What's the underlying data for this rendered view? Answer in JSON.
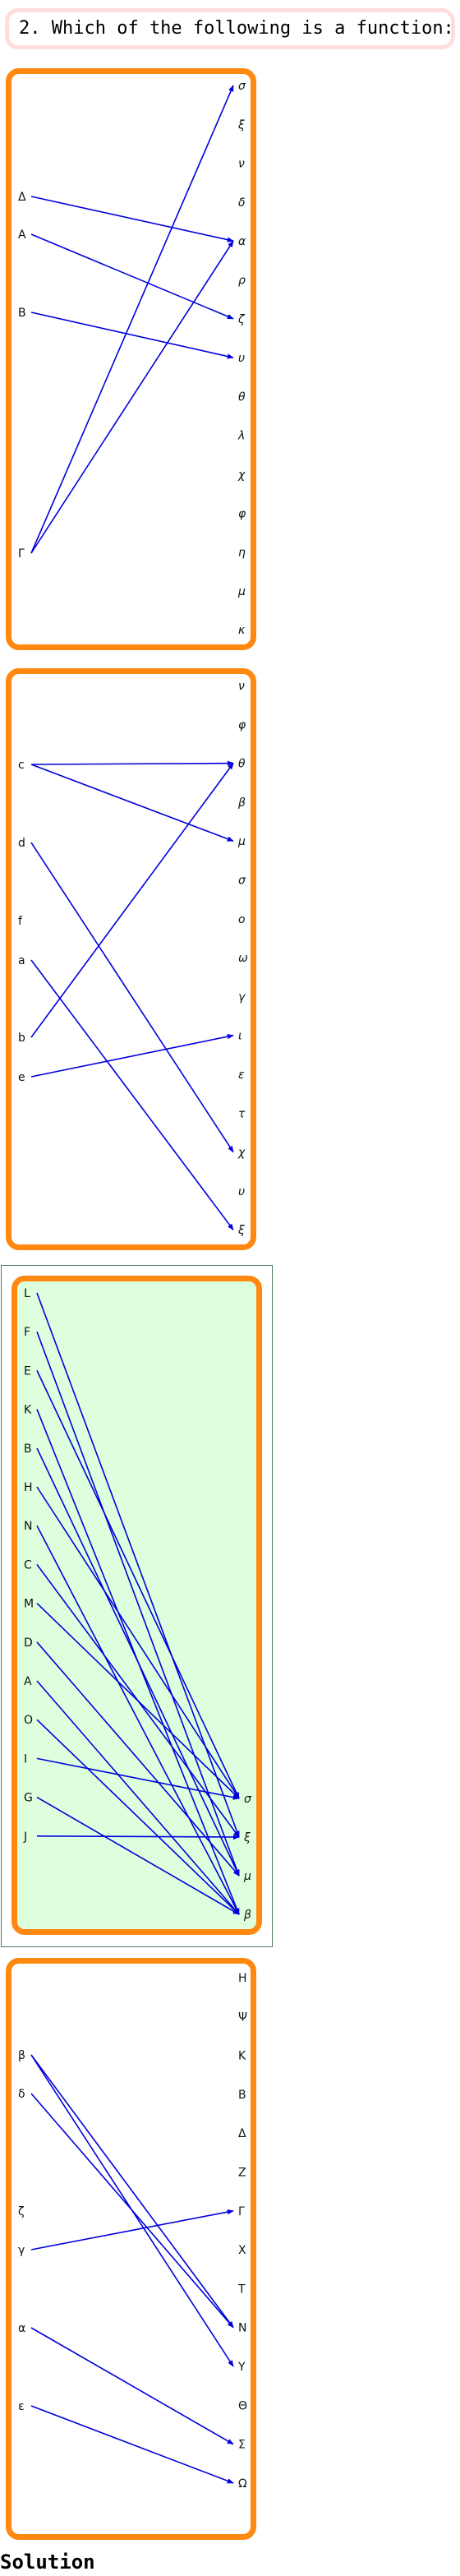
{
  "question": "2. Which of the following is a function:",
  "solution_label": "Solution",
  "colors": {
    "arrow": "#0000dd",
    "panel_border": "#ff8811",
    "correct_fill": "#ddffdd",
    "question_border": "#ffdddd"
  },
  "options": [
    {
      "correct": false,
      "domain": [
        "Δ",
        "A",
        "B",
        "Γ"
      ],
      "codomain": [
        "σ",
        "ξ",
        "ν",
        "δ",
        "α",
        "ρ",
        "ζ",
        "υ",
        "θ",
        "λ",
        "χ",
        "φ",
        "η",
        "μ",
        "κ"
      ],
      "mappings": [
        [
          "Δ",
          "α"
        ],
        [
          "A",
          "ζ"
        ],
        [
          "B",
          "υ"
        ],
        [
          "Γ",
          "σ"
        ],
        [
          "Γ",
          "α"
        ]
      ]
    },
    {
      "correct": false,
      "domain": [
        "c",
        "d",
        "f",
        "a",
        "b",
        "e"
      ],
      "codomain": [
        "ν",
        "φ",
        "θ",
        "β",
        "μ",
        "σ",
        "ο",
        "ω",
        "γ",
        "ι",
        "ε",
        "τ",
        "χ",
        "υ",
        "ξ"
      ],
      "mappings": [
        [
          "c",
          "θ"
        ],
        [
          "c",
          "μ"
        ],
        [
          "d",
          "χ"
        ],
        [
          "a",
          "ξ"
        ],
        [
          "b",
          "θ"
        ],
        [
          "e",
          "ι"
        ]
      ]
    },
    {
      "correct": true,
      "domain": [
        "L",
        "F",
        "E",
        "K",
        "B",
        "H",
        "N",
        "C",
        "M",
        "D",
        "A",
        "O",
        "I",
        "G",
        "J"
      ],
      "codomain": [
        "σ",
        "ξ",
        "μ",
        "β"
      ],
      "mappings": [
        [
          "L",
          "ξ"
        ],
        [
          "F",
          "μ"
        ],
        [
          "E",
          "σ"
        ],
        [
          "K",
          "β"
        ],
        [
          "B",
          "μ"
        ],
        [
          "H",
          "σ"
        ],
        [
          "N",
          "β"
        ],
        [
          "C",
          "ξ"
        ],
        [
          "M",
          "σ"
        ],
        [
          "D",
          "μ"
        ],
        [
          "A",
          "β"
        ],
        [
          "O",
          "β"
        ],
        [
          "I",
          "σ"
        ],
        [
          "G",
          "β"
        ],
        [
          "J",
          "ξ"
        ]
      ]
    },
    {
      "correct": false,
      "domain": [
        "β",
        "δ",
        "ζ",
        "γ",
        "α",
        "ε"
      ],
      "codomain": [
        "H",
        "Ψ",
        "K",
        "B",
        "Δ",
        "Z",
        "Γ",
        "X",
        "T",
        "N",
        "Y",
        "Θ",
        "Σ",
        "Ω"
      ],
      "mappings": [
        [
          "β",
          "N"
        ],
        [
          "β",
          "Y"
        ],
        [
          "δ",
          "N"
        ],
        [
          "γ",
          "Γ"
        ],
        [
          "α",
          "Σ"
        ],
        [
          "ε",
          "Ω"
        ]
      ]
    }
  ]
}
